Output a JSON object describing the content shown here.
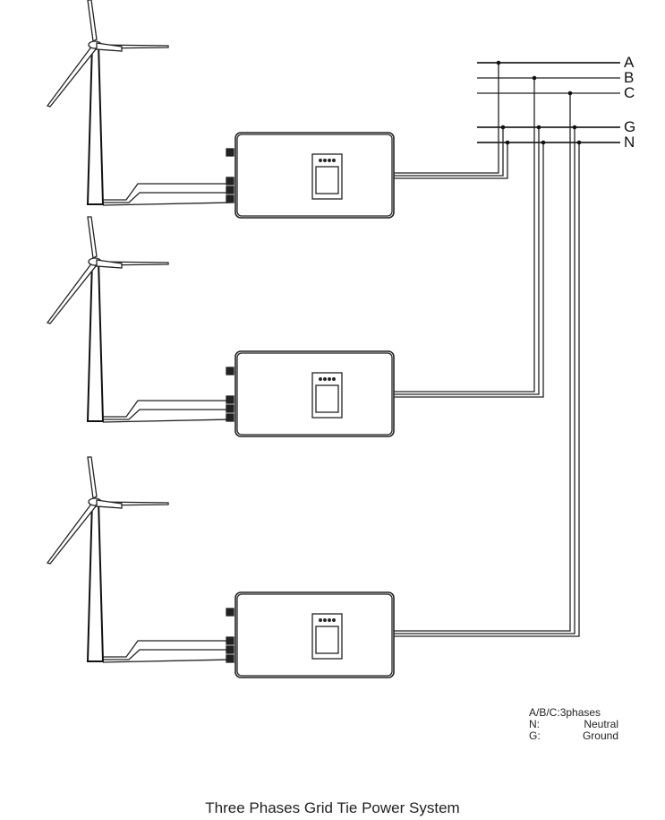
{
  "bus_labels": [
    "A",
    "B",
    "C",
    "G",
    "N"
  ],
  "legend": [
    {
      "key": "A/B/C:",
      "value": "3phases"
    },
    {
      "key": "N:",
      "value": "Neutral"
    },
    {
      "key": "G:",
      "value": "Ground"
    }
  ],
  "caption": "Three Phases Grid Tie Power System",
  "colors": {
    "line": "#222222",
    "background": "#ffffff"
  }
}
